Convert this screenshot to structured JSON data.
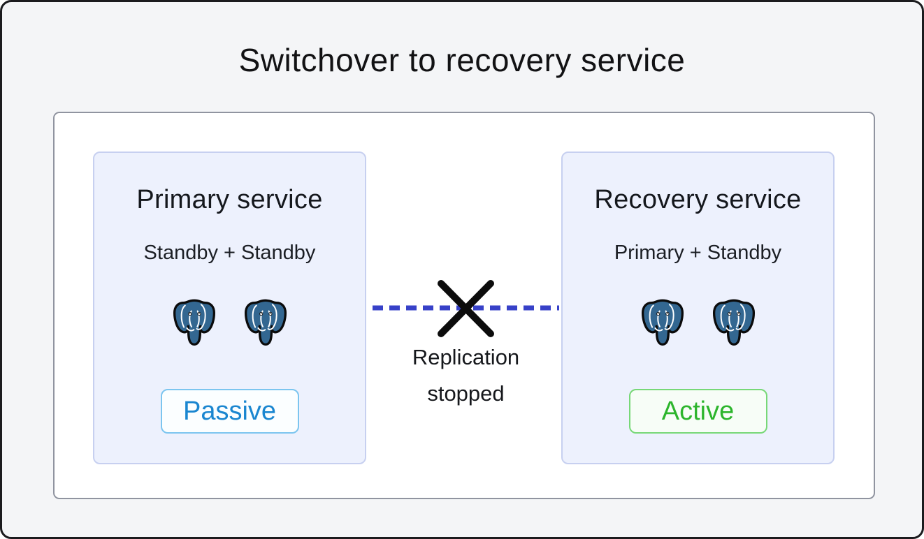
{
  "title": "Switchover to recovery service",
  "primary": {
    "title": "Primary service",
    "subtitle": "Standby + Standby",
    "badge": "Passive"
  },
  "recovery": {
    "title": "Recovery service",
    "subtitle": "Primary + Standby",
    "badge": "Active"
  },
  "connector": {
    "label": "Replication stopped"
  },
  "icons": {
    "database_instance": "postgresql-elephant-icon",
    "link_broken": "replication-stopped-x-icon"
  },
  "colors": {
    "canvas_bg": "#f4f5f7",
    "canvas_border": "#1b1b1e",
    "panel_bg": "#ffffff",
    "panel_border": "#9094a0",
    "card_bg": "#edf1fd",
    "card_border": "#c7d0f0",
    "passive_text": "#1a86d0",
    "passive_border": "#7cc5ef",
    "active_text": "#2cb52c",
    "active_border": "#77d877",
    "replication_line": "#3741c8",
    "x_mark": "#0c0c0c",
    "postgres_blue": "#336791"
  }
}
